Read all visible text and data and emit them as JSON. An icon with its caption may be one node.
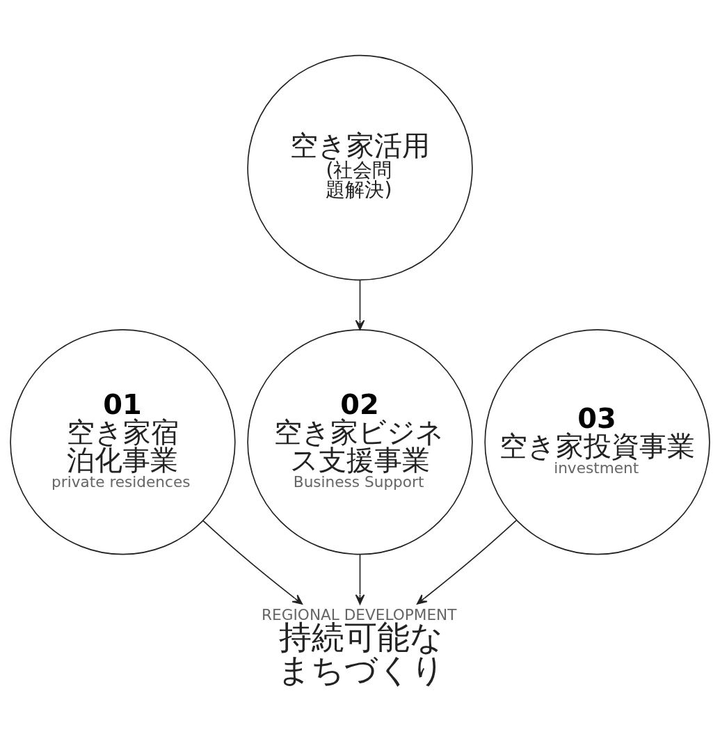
{
  "diagram": {
    "nodes": [
      {
        "text": [
          "空き家活用",
          "(社会問題解決)"
        ]
      },
      {
        "text": [
          "01",
          "空き家宿泊化事業",
          "private residences"
        ]
      },
      {
        "text": [
          "02",
          "空き家ビジネス支援事業",
          "Business Support"
        ]
      },
      {
        "text": [
          "03",
          "空き家投資事業",
          "investment"
        ]
      },
      {
        "text": [
          "REGIONAL DEVELOPMENT",
          "持続可能なまちづくり"
        ]
      }
    ],
    "edges": [
      {
        "from": 0,
        "to": 2,
        "arrow": "to"
      },
      {
        "from": 1,
        "to": 4,
        "arrow": "to"
      },
      {
        "from": 2,
        "to": 4,
        "arrow": "to"
      },
      {
        "from": 3,
        "to": 4,
        "arrow": "to"
      }
    ]
  }
}
